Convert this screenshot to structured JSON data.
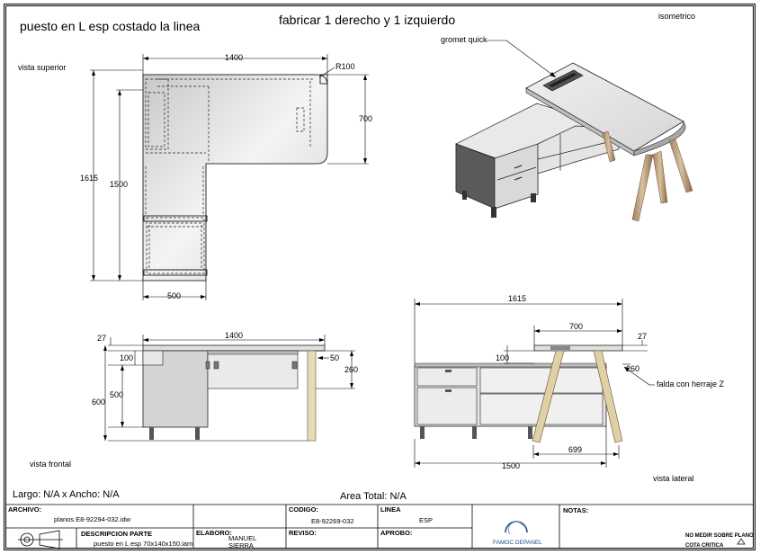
{
  "header": {
    "title_left": "puesto en L esp costado la linea",
    "title_center": "fabricar 1 derecho y 1 izquierdo",
    "title_right": "isometrico"
  },
  "views": {
    "top_label": "vista superior",
    "front_label": "vista frontal",
    "side_label": "vista lateral"
  },
  "dims_top": {
    "width_1400": "1400",
    "r100": "R100",
    "d700": "700",
    "d1615": "1615",
    "d1500": "1500",
    "d500": "500"
  },
  "dims_front": {
    "width_1400": "1400",
    "d27": "27",
    "d100": "100",
    "d50": "50",
    "d260": "260",
    "d600": "600",
    "d500": "500"
  },
  "dims_side": {
    "d1615": "1615",
    "d700": "700",
    "d27": "27",
    "d100": "100",
    "d260": "260",
    "d699": "699",
    "d1500": "1500"
  },
  "annotations": {
    "gromet": "gromet quick",
    "falda": "falda con herraje Z"
  },
  "summary": {
    "size": "Largo: N/A x Ancho: N/A",
    "area": "Area Total: N/A"
  },
  "title_block": {
    "archivo_label": "ARCHIVO:",
    "archivo_value": "planos E8-92294-032.idw",
    "descripcion_label": "DESCRIPCION PARTE",
    "descripcion_value": "puesto en L esp 70x140x150.iam",
    "codigo_label": "CODIGO:",
    "codigo_value": "E8-92269-032",
    "linea_label": "LINEA",
    "linea_value": "ESP",
    "elaboro_label": "ELABORO:",
    "elaboro_value": "MANUEL SIERRA",
    "reviso_label": "REVISO:",
    "aprobo_label": "APROBO:",
    "logo_text": "FAMOC DEPANEL",
    "notas_label": "NOTAS:",
    "note_1": "NO MEDIR SOBRE PLANO",
    "note_2": "COTA CRITICA"
  }
}
